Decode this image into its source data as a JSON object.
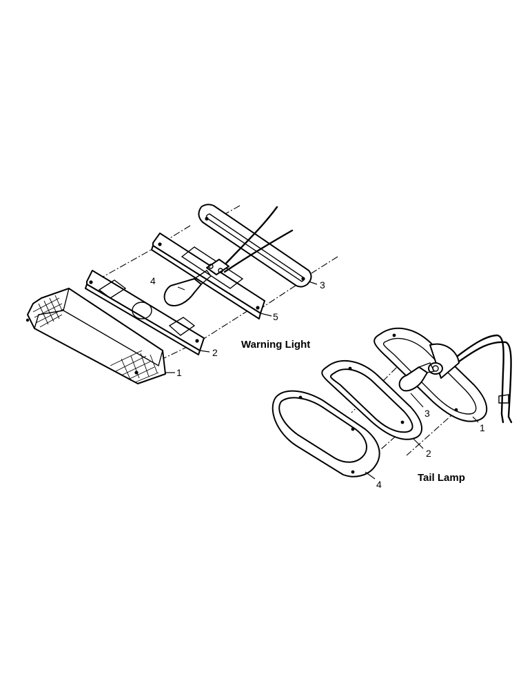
{
  "warning_light": {
    "title": "Warning Light",
    "callouts": {
      "lens": "1",
      "gasket": "2",
      "base": "3",
      "bulb": "4",
      "bracket": "5"
    }
  },
  "tail_lamp": {
    "title": "Tail Lamp",
    "callouts": {
      "housing": "1",
      "gasket": "2",
      "bulb": "3",
      "lens": "4"
    }
  }
}
